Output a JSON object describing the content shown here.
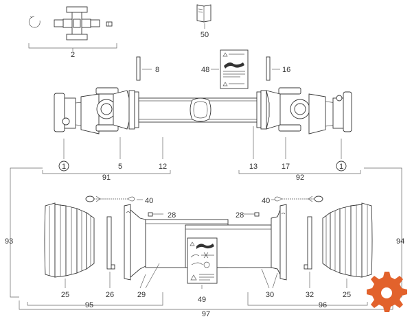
{
  "callouts": {
    "c2": "2",
    "c50": "50",
    "c8": "8",
    "c48": "48",
    "c16": "16",
    "c1a": "1",
    "c5": "5",
    "c12": "12",
    "c13": "13",
    "c17": "17",
    "c1b": "1",
    "c91": "91",
    "c92": "92",
    "c93": "93",
    "c94": "94",
    "c40a": "40",
    "c40b": "40",
    "c28a": "28",
    "c28b": "28",
    "c25a": "25",
    "c26": "26",
    "c29": "29",
    "c49": "49",
    "c30": "30",
    "c32": "32",
    "c25b": "25",
    "c95": "95",
    "c96": "96",
    "c97": "97"
  },
  "icons": {
    "manual": "manual-book-icon",
    "logo": "orange-gear-logo-icon"
  },
  "colors": {
    "line": "#333333",
    "accent": "#e2622c"
  }
}
